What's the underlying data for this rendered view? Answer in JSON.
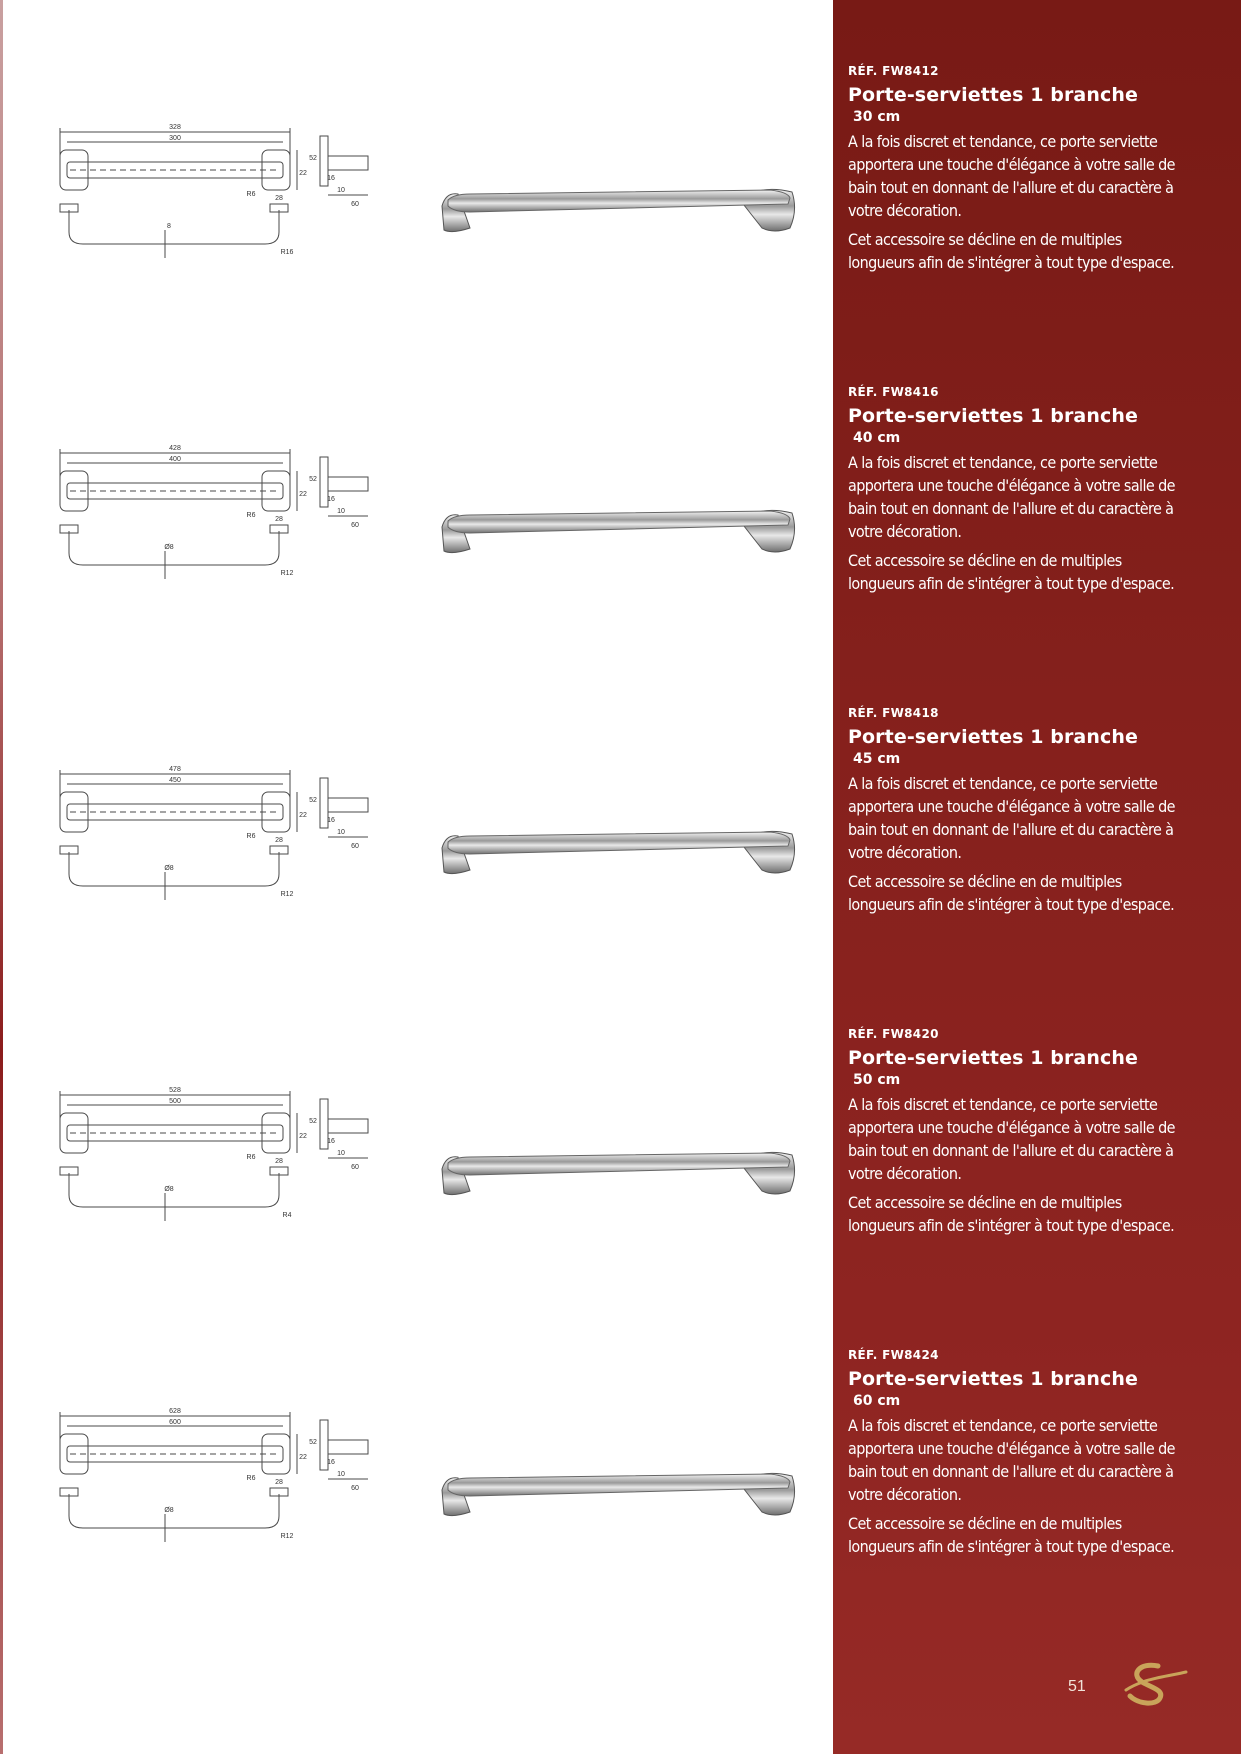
{
  "products": [
    {
      "ref": "RÉF. FW8412",
      "title": "Porte-serviettes 1 branche",
      "size": "30 cm",
      "description": [
        "A la fois discret et tendance, ce porte serviette apportera une touche d'élégance à votre salle de bain tout en donnant de l'allure et du caractère à votre décoration.",
        "Cet accessoire se décline en de multiples longueurs afin de s'intégrer à tout type d'espace."
      ],
      "dims": {
        "outer": "328",
        "inner": "300",
        "depth": "52",
        "bar": "22",
        "base": "10",
        "proj": "60",
        "post": "28",
        "radius": "R16",
        "corner": "R6",
        "dia": "8",
        "rise": "16"
      }
    },
    {
      "ref": "RÉF. FW8416",
      "title": "Porte-serviettes 1 branche",
      "size": "40 cm",
      "description": [
        "A la fois discret et tendance, ce porte serviette apportera une touche d'élégance à votre salle de bain tout en donnant de l'allure et du caractère à votre décoration.",
        "Cet accessoire se décline en de multiples longueurs afin de s'intégrer à tout type d'espace."
      ],
      "dims": {
        "outer": "428",
        "inner": "400",
        "depth": "52",
        "bar": "22",
        "base": "10",
        "proj": "60",
        "post": "28",
        "radius": "R12",
        "corner": "R6",
        "dia": "Ø8",
        "rise": "16"
      }
    },
    {
      "ref": "RÉF. FW8418",
      "title": "Porte-serviettes 1 branche",
      "size": "45 cm",
      "description": [
        "A la fois discret et tendance, ce porte serviette apportera une touche d'élégance à votre salle de bain tout en donnant de l'allure et du caractère à votre décoration.",
        "Cet accessoire se décline en de multiples longueurs afin de s'intégrer à tout type d'espace."
      ],
      "dims": {
        "outer": "478",
        "inner": "450",
        "depth": "52",
        "bar": "22",
        "base": "10",
        "proj": "60",
        "post": "28",
        "radius": "R12",
        "corner": "R6",
        "dia": "Ø8",
        "rise": "16"
      }
    },
    {
      "ref": "RÉF. FW8420",
      "title": "Porte-serviettes 1 branche",
      "size": "50 cm",
      "description": [
        "A la fois discret et tendance, ce porte serviette apportera une touche d'élégance à votre salle de bain tout en donnant de l'allure et du caractère à votre décoration.",
        "Cet accessoire se décline en de multiples longueurs afin de s'intégrer à tout type d'espace."
      ],
      "dims": {
        "outer": "528",
        "inner": "500",
        "depth": "52",
        "bar": "22",
        "base": "10",
        "proj": "60",
        "post": "28",
        "radius": "R4",
        "corner": "R6",
        "dia": "Ø8",
        "rise": "16"
      }
    },
    {
      "ref": "RÉF. FW8424",
      "title": "Porte-serviettes 1 branche",
      "size": "60 cm",
      "description": [
        "A la fois discret et tendance, ce porte serviette apportera une touche d'élégance à votre salle de bain tout en donnant de l'allure et du caractère à votre décoration.",
        "Cet accessoire se décline en de multiples longueurs afin de s'intégrer à tout type d'espace."
      ],
      "dims": {
        "outer": "628",
        "inner": "600",
        "depth": "52",
        "bar": "22",
        "base": "10",
        "proj": "60",
        "post": "28",
        "radius": "R12",
        "corner": "R6",
        "dia": "Ø8",
        "rise": "16"
      }
    }
  ],
  "page_number": "51",
  "colors": {
    "sidebar": "#85201c",
    "text_on_sidebar": "#ffffff",
    "logo": "#c9a45a",
    "drawing": "#4a4a4a"
  }
}
